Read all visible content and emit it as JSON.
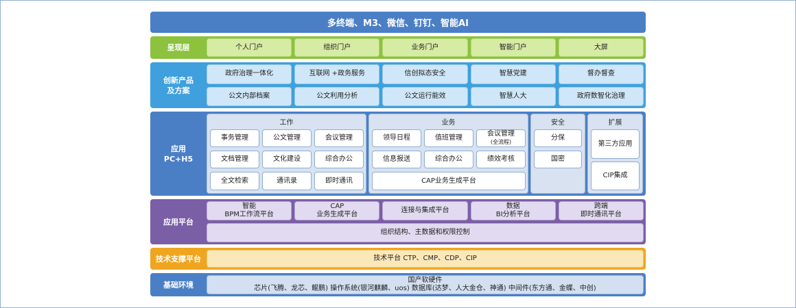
{
  "top_bar": "多终端、M3、微信、钉钉、智能AI",
  "presentation": {
    "label": "呈现层",
    "items": [
      "个人门户",
      "组织门户",
      "业务门户",
      "智能门户",
      "大屏"
    ]
  },
  "innovation": {
    "label": "创新产品\n及方案",
    "items": [
      "政府治理一体化",
      "互联网 +政务服务",
      "信创拟态安全",
      "智慧党建",
      "督办督查",
      "公文内部档案",
      "公文利用分析",
      "公文运行能效",
      "智慧人大",
      "政府数智化治理"
    ]
  },
  "application": {
    "label": "应用\nPC+H5",
    "work": {
      "title": "工作",
      "items": [
        "事务管理",
        "公文管理",
        "会议管理",
        "文档管理",
        "文化建设",
        "综合办公",
        "全文检索",
        "通讯录",
        "即时通讯"
      ]
    },
    "business": {
      "title": "业务",
      "items": [
        "领导日程",
        "值班管理",
        "会议管理",
        "信息报送",
        "综合办公",
        "绩效考核"
      ],
      "meeting_sub": "(全流程)",
      "cap": "CAP业务生成平台"
    },
    "security": {
      "title": "安全",
      "items": [
        "分保",
        "国密"
      ]
    },
    "extension": {
      "title": "扩展",
      "items": [
        "第三方应用",
        "CIP集成"
      ]
    }
  },
  "platform": {
    "label": "应用平台",
    "items": [
      "智能\nBPM工作流平台",
      "CAP\n业务生成平台",
      "连接与集成平台",
      "数据\nBI分析平台",
      "跨端\n即时通讯平台"
    ],
    "wide": "组织结构、主数据和权限控制"
  },
  "tech": {
    "label": "技术支撑平台",
    "text": "技术平台  CTP、CMP、CDP、CIP"
  },
  "base": {
    "label": "基础环境",
    "line1": "国产软硬件",
    "line2": "芯片(飞腾、龙芯、鲲鹏)   操作系统(银河麒麟、uos)   数据库(达梦、人大金仓、神通)   中间件(东方通、金蝶、中创)"
  }
}
